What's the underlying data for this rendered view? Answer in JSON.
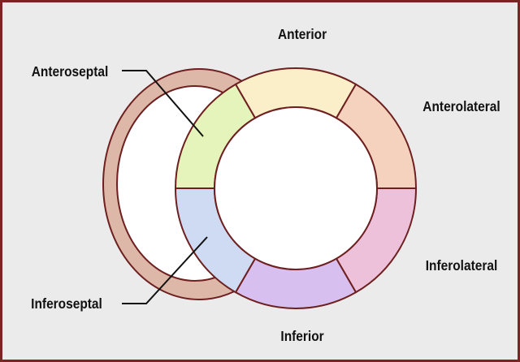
{
  "segments": [
    {
      "id": "anterior",
      "color": "#fbefc9"
    },
    {
      "id": "anterolateral",
      "color": "#f4d2bd"
    },
    {
      "id": "inferolateral",
      "color": "#ecc1d9"
    },
    {
      "id": "inferior",
      "color": "#d7c0ef"
    },
    {
      "id": "inferoseptal",
      "color": "#cfdbf2"
    },
    {
      "id": "anteroseptal",
      "color": "#e4f4bb"
    }
  ],
  "labels": {
    "anterior": "Anterior",
    "anterolateral": "Anterolateral",
    "inferolateral": "Inferolateral",
    "inferior": "Inferior",
    "inferoseptal": "Inferoseptal",
    "anteroseptal": "Anteroseptal"
  },
  "colors": {
    "background": "#ebebeb",
    "frame_border": "#7a2424",
    "outline": "#6e1f1f",
    "rv_wall": "#ddb8a8",
    "cavity": "#ffffff",
    "leader_line": "#111111"
  }
}
